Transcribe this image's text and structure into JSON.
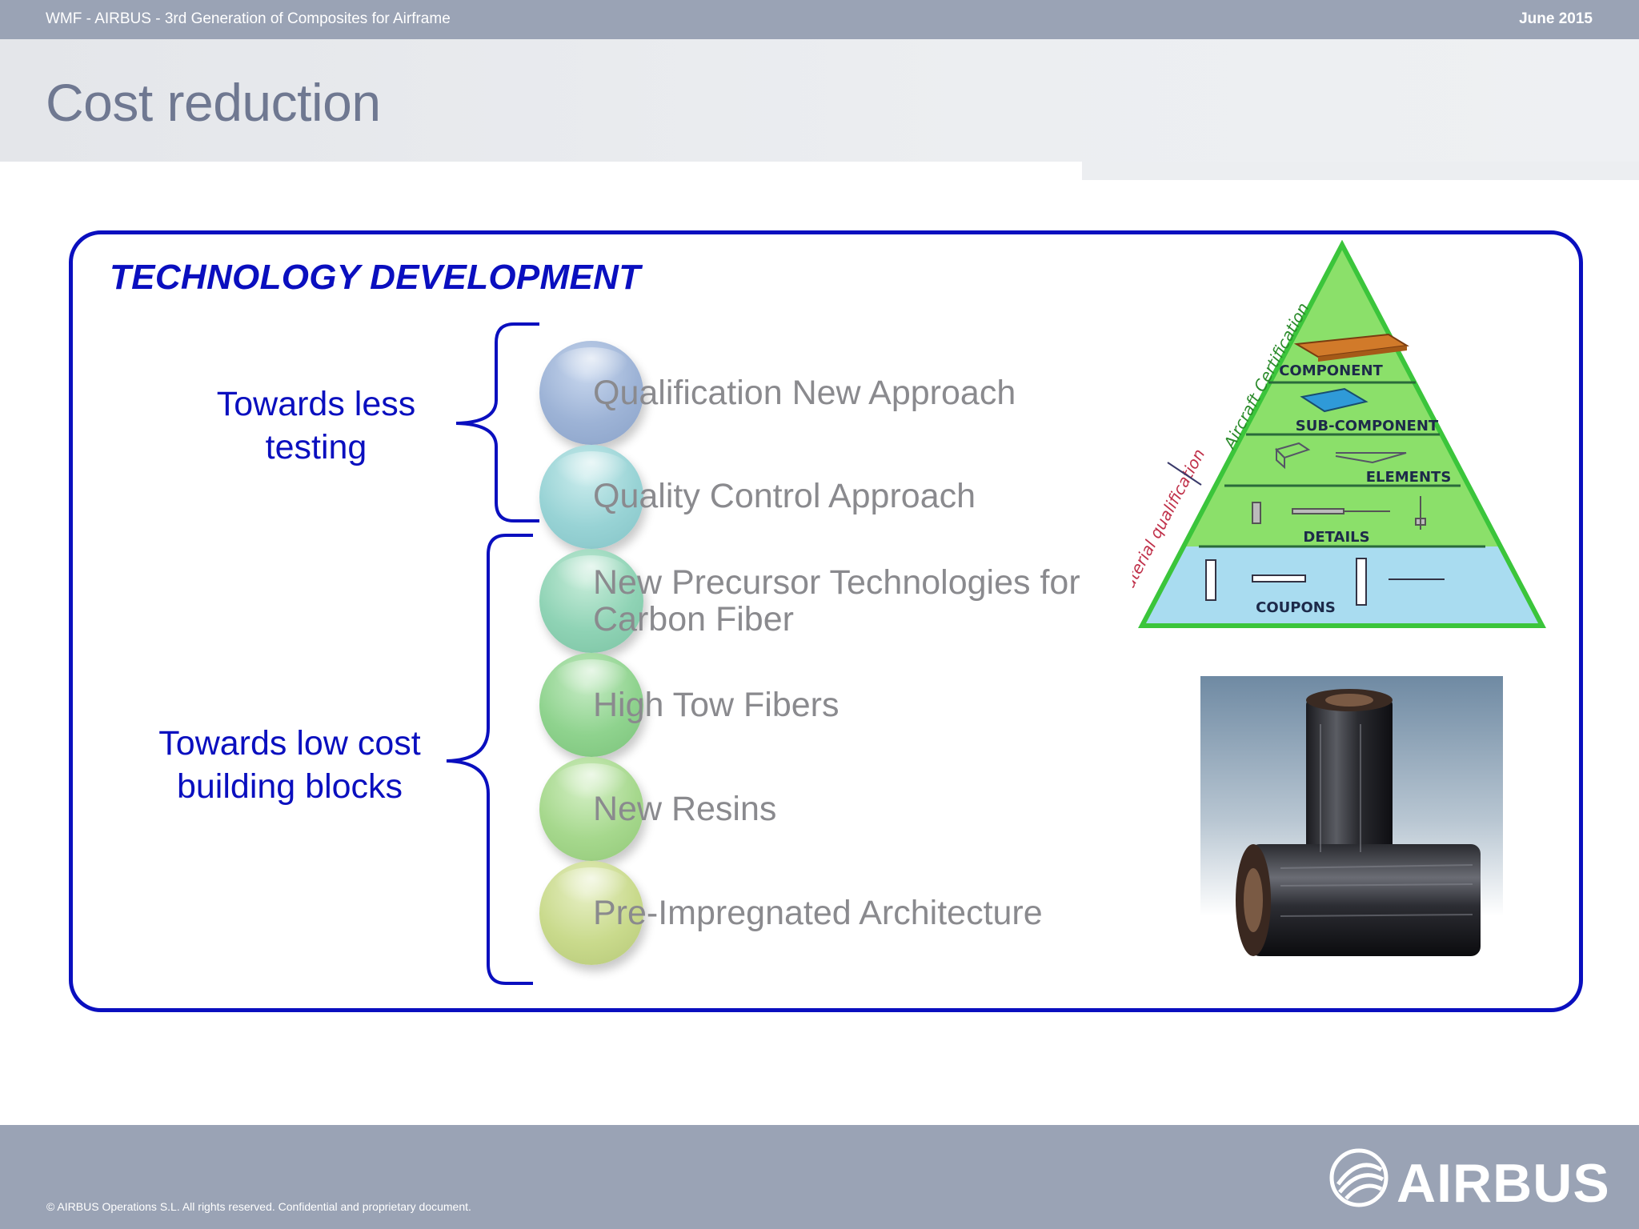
{
  "header": {
    "presentation": "WMF - AIRBUS - 3rd Generation of Composites for Airframe",
    "date": "June 2015"
  },
  "page_title": "Cost reduction",
  "section_heading": "TECHNOLOGY DEVELOPMENT",
  "groups": [
    {
      "label": "Towards less testing"
    },
    {
      "label": "Towards low cost building blocks"
    }
  ],
  "items": [
    {
      "label": "Qualification New Approach",
      "color": "#9db3d6"
    },
    {
      "label": "Quality Control Approach",
      "color": "#98d3d5"
    },
    {
      "label": "New Precursor Technologies for Carbon Fiber",
      "color": "#8fd3b5"
    },
    {
      "label": "High Tow Fibers",
      "color": "#8fd38e"
    },
    {
      "label": "New Resins",
      "color": "#a6d88d"
    },
    {
      "label": "Pre-Impregnated Architecture",
      "color": "#c9da8c"
    }
  ],
  "pyramid": {
    "levels": [
      "COMPONENT",
      "SUB-COMPONENT",
      "ELEMENTS",
      "DETAILS",
      "COUPONS"
    ],
    "side_labels": [
      "Aircraft Certification",
      "Material qualification"
    ]
  },
  "footer": {
    "copyright": "© AIRBUS Operations S.L. All rights reserved. Confidential and proprietary document.",
    "logo_text": "AIRBUS"
  },
  "colors": {
    "accent_blue": "#0a0fbf",
    "header_bar": "#9aa3b5",
    "title_gray": "#6f7891",
    "item_gray": "#8a8a8e"
  }
}
